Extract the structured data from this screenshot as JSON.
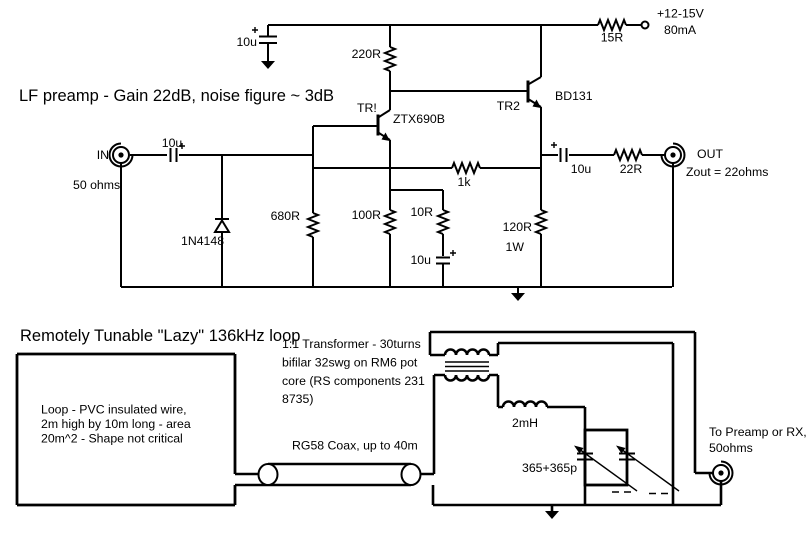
{
  "preamp": {
    "title": "LF preamp - Gain 22dB, noise figure ~ 3dB",
    "supply": {
      "resistor": "15R",
      "voltage": "+12-15V",
      "current": "80mA",
      "decoupling_cap": "10u"
    },
    "input": {
      "connector": "IN",
      "impedance": "50 ohms",
      "coupling_cap": "10u",
      "protection_diode": "1N4148",
      "bias_resistor": "680R"
    },
    "tr1": {
      "designator": "TR!",
      "part": "ZTX690B",
      "collector_resistor": "220R",
      "emitter_resistor": "100R",
      "gain_resistor": "10R",
      "bypass_cap": "10u"
    },
    "tr2": {
      "designator": "TR2",
      "part": "BD131",
      "emitter_resistor": "120R",
      "emitter_power": "1W"
    },
    "feedback_resistor": "1k",
    "output": {
      "coupling_cap": "10u",
      "series_resistor": "22R",
      "connector": "OUT",
      "impedance": "Zout = 22ohms"
    }
  },
  "tuner": {
    "title": "Remotely Tunable \"Lazy\" 136kHz loop",
    "loop_note": [
      "Loop - PVC insulated wire,",
      "2m high by 10m long - area",
      "20m^2 - Shape not critical"
    ],
    "transformer_note": [
      "1:1 Transformer - 30turns",
      "bifilar 32swg on RM6 pot",
      "core (RS components 231",
      "8735)"
    ],
    "coax_label": "RG58 Coax, up to 40m",
    "inductor": "2mH",
    "tuning_cap": "365+365p",
    "output_note": [
      "To Preamp or RX,",
      "50ohms"
    ]
  },
  "colors": {
    "ink": "#000000",
    "paper": "#ffffff"
  }
}
